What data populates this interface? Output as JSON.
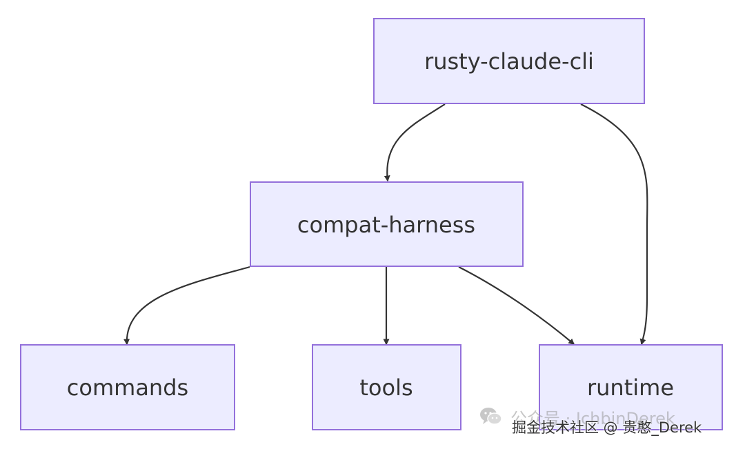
{
  "diagram": {
    "nodes": {
      "cli": "rusty-claude-cli",
      "harness": "compat-harness",
      "commands": "commands",
      "tools": "tools",
      "runtime": "runtime"
    },
    "edges": [
      {
        "from": "rusty-claude-cli",
        "to": "compat-harness"
      },
      {
        "from": "rusty-claude-cli",
        "to": "runtime"
      },
      {
        "from": "compat-harness",
        "to": "commands"
      },
      {
        "from": "compat-harness",
        "to": "tools"
      },
      {
        "from": "compat-harness",
        "to": "runtime"
      }
    ],
    "colors": {
      "node_fill": "#ececff",
      "node_border": "#9370db",
      "edge": "#333333",
      "text": "#333333"
    }
  },
  "watermark": {
    "account": "公众号 · IchbinDerek",
    "site": "掘金技术社区 @ 贵憨_Derek",
    "icon": "wechat-icon"
  }
}
